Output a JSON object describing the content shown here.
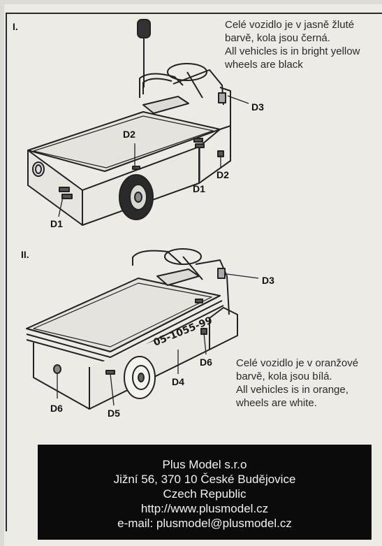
{
  "section1": {
    "label": "I.",
    "description": [
      "Celé vozidlo je v jasně žluté",
      "barvě, kola jsou černá.",
      "All vehicles is in bright yellow",
      "wheels are black"
    ],
    "callouts": [
      "D1",
      "D2",
      "D1",
      "D2",
      "D3"
    ]
  },
  "section2": {
    "label": "II.",
    "description": [
      "Celé vozidlo je v oranžové",
      "barvě, kola jsou bílá.",
      "All vehicles is in orange,",
      "wheels are white."
    ],
    "plate": "05-1055-99",
    "callouts": [
      "D3",
      "D6",
      "D4",
      "D6",
      "D5"
    ]
  },
  "footer": {
    "company": "Plus Model s.r.o",
    "address": "Jižní  56, 370 10 České Budějovice",
    "country": "Czech Republic",
    "web": "http://www.plusmodel.cz",
    "email": "e-mail: plusmodel@plusmodel.cz"
  }
}
